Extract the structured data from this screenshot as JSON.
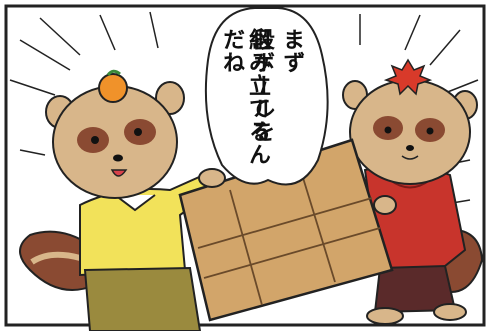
{
  "speech": {
    "line1": "まず",
    "line2": "段ボールを",
    "line3": "組み立てるんだね"
  },
  "colors": {
    "raccoon_fur": "#d8b68a",
    "raccoon_mask": "#8a4a32",
    "yellow_shirt": "#f2e25a",
    "red_sweater": "#c8342c",
    "cardboard": "#d2a56a",
    "olive_pants": "#9a8a3e",
    "orange_fruit": "#f0922a",
    "maple_leaf": "#d83a2a"
  }
}
